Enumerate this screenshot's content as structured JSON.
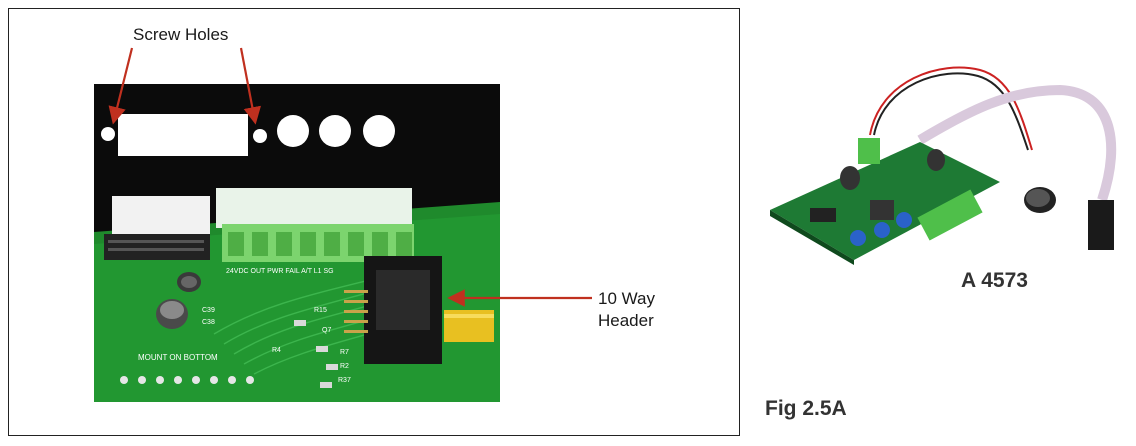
{
  "figure": {
    "callouts": {
      "screw_holes": "Screw Holes",
      "ten_way_header_line1": "10 Way",
      "ten_way_header_line2": "Header"
    },
    "board_silkscreen": {
      "terminal_labels": "24VDC OUT PWR FAIL  A/T L1  SG",
      "mount_text": "MOUNT ON BOTTOM",
      "c39": "C39",
      "c38": "C38",
      "r15": "R15",
      "r7": "R7",
      "r2": "R2",
      "r37": "R37",
      "r4": "R4",
      "q7": "Q7"
    },
    "module_code": "A 4573",
    "caption": "Fig 2.5A"
  }
}
